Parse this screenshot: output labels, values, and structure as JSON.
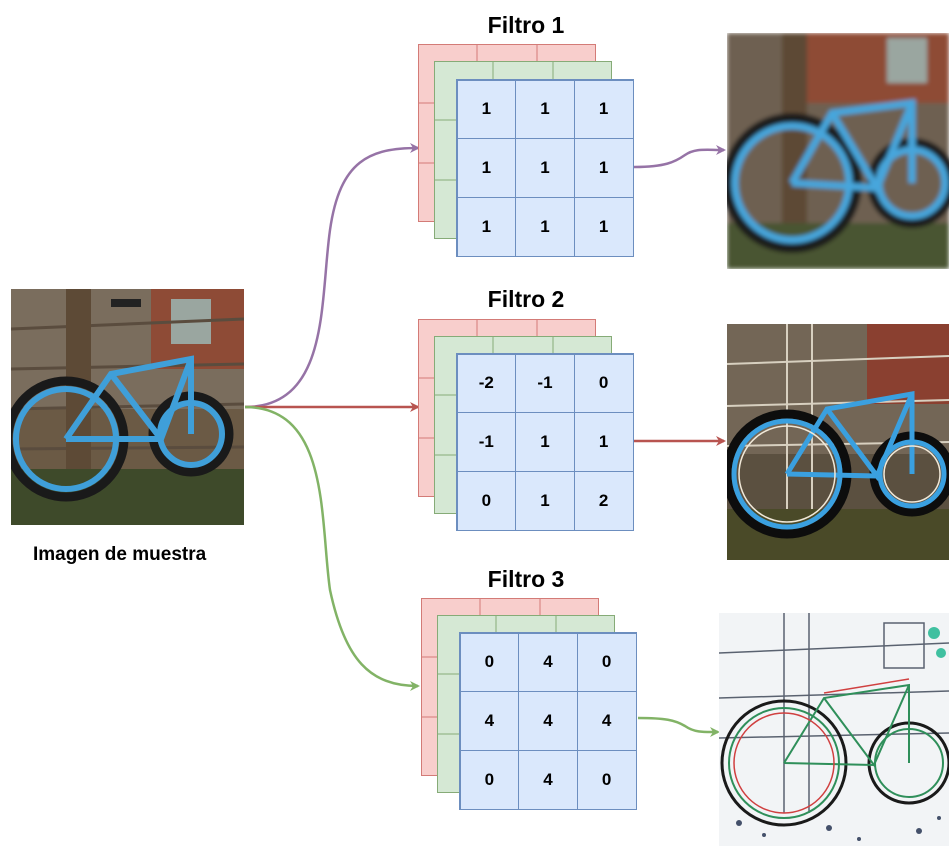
{
  "sample": {
    "caption": "Imagen de muestra"
  },
  "filters": [
    {
      "title": "Filtro 1",
      "matrix": [
        "1",
        "1",
        "1",
        "1",
        "1",
        "1",
        "1",
        "1",
        "1"
      ],
      "arrow_color": "#9673a6"
    },
    {
      "title": "Filtro 2",
      "matrix": [
        "-2",
        "-1",
        "0",
        "-1",
        "1",
        "1",
        "0",
        "1",
        "2"
      ],
      "arrow_color": "#b85450"
    },
    {
      "title": "Filtro 3",
      "matrix": [
        "0",
        "4",
        "0",
        "4",
        "4",
        "4",
        "0",
        "4",
        "0"
      ],
      "arrow_color": "#82b366"
    }
  ],
  "colors": {
    "channel_red": "#f8cecc",
    "channel_green": "#d5e8d4",
    "channel_blue": "#dae8fc",
    "stroke_blue": "#6c8ebf"
  }
}
